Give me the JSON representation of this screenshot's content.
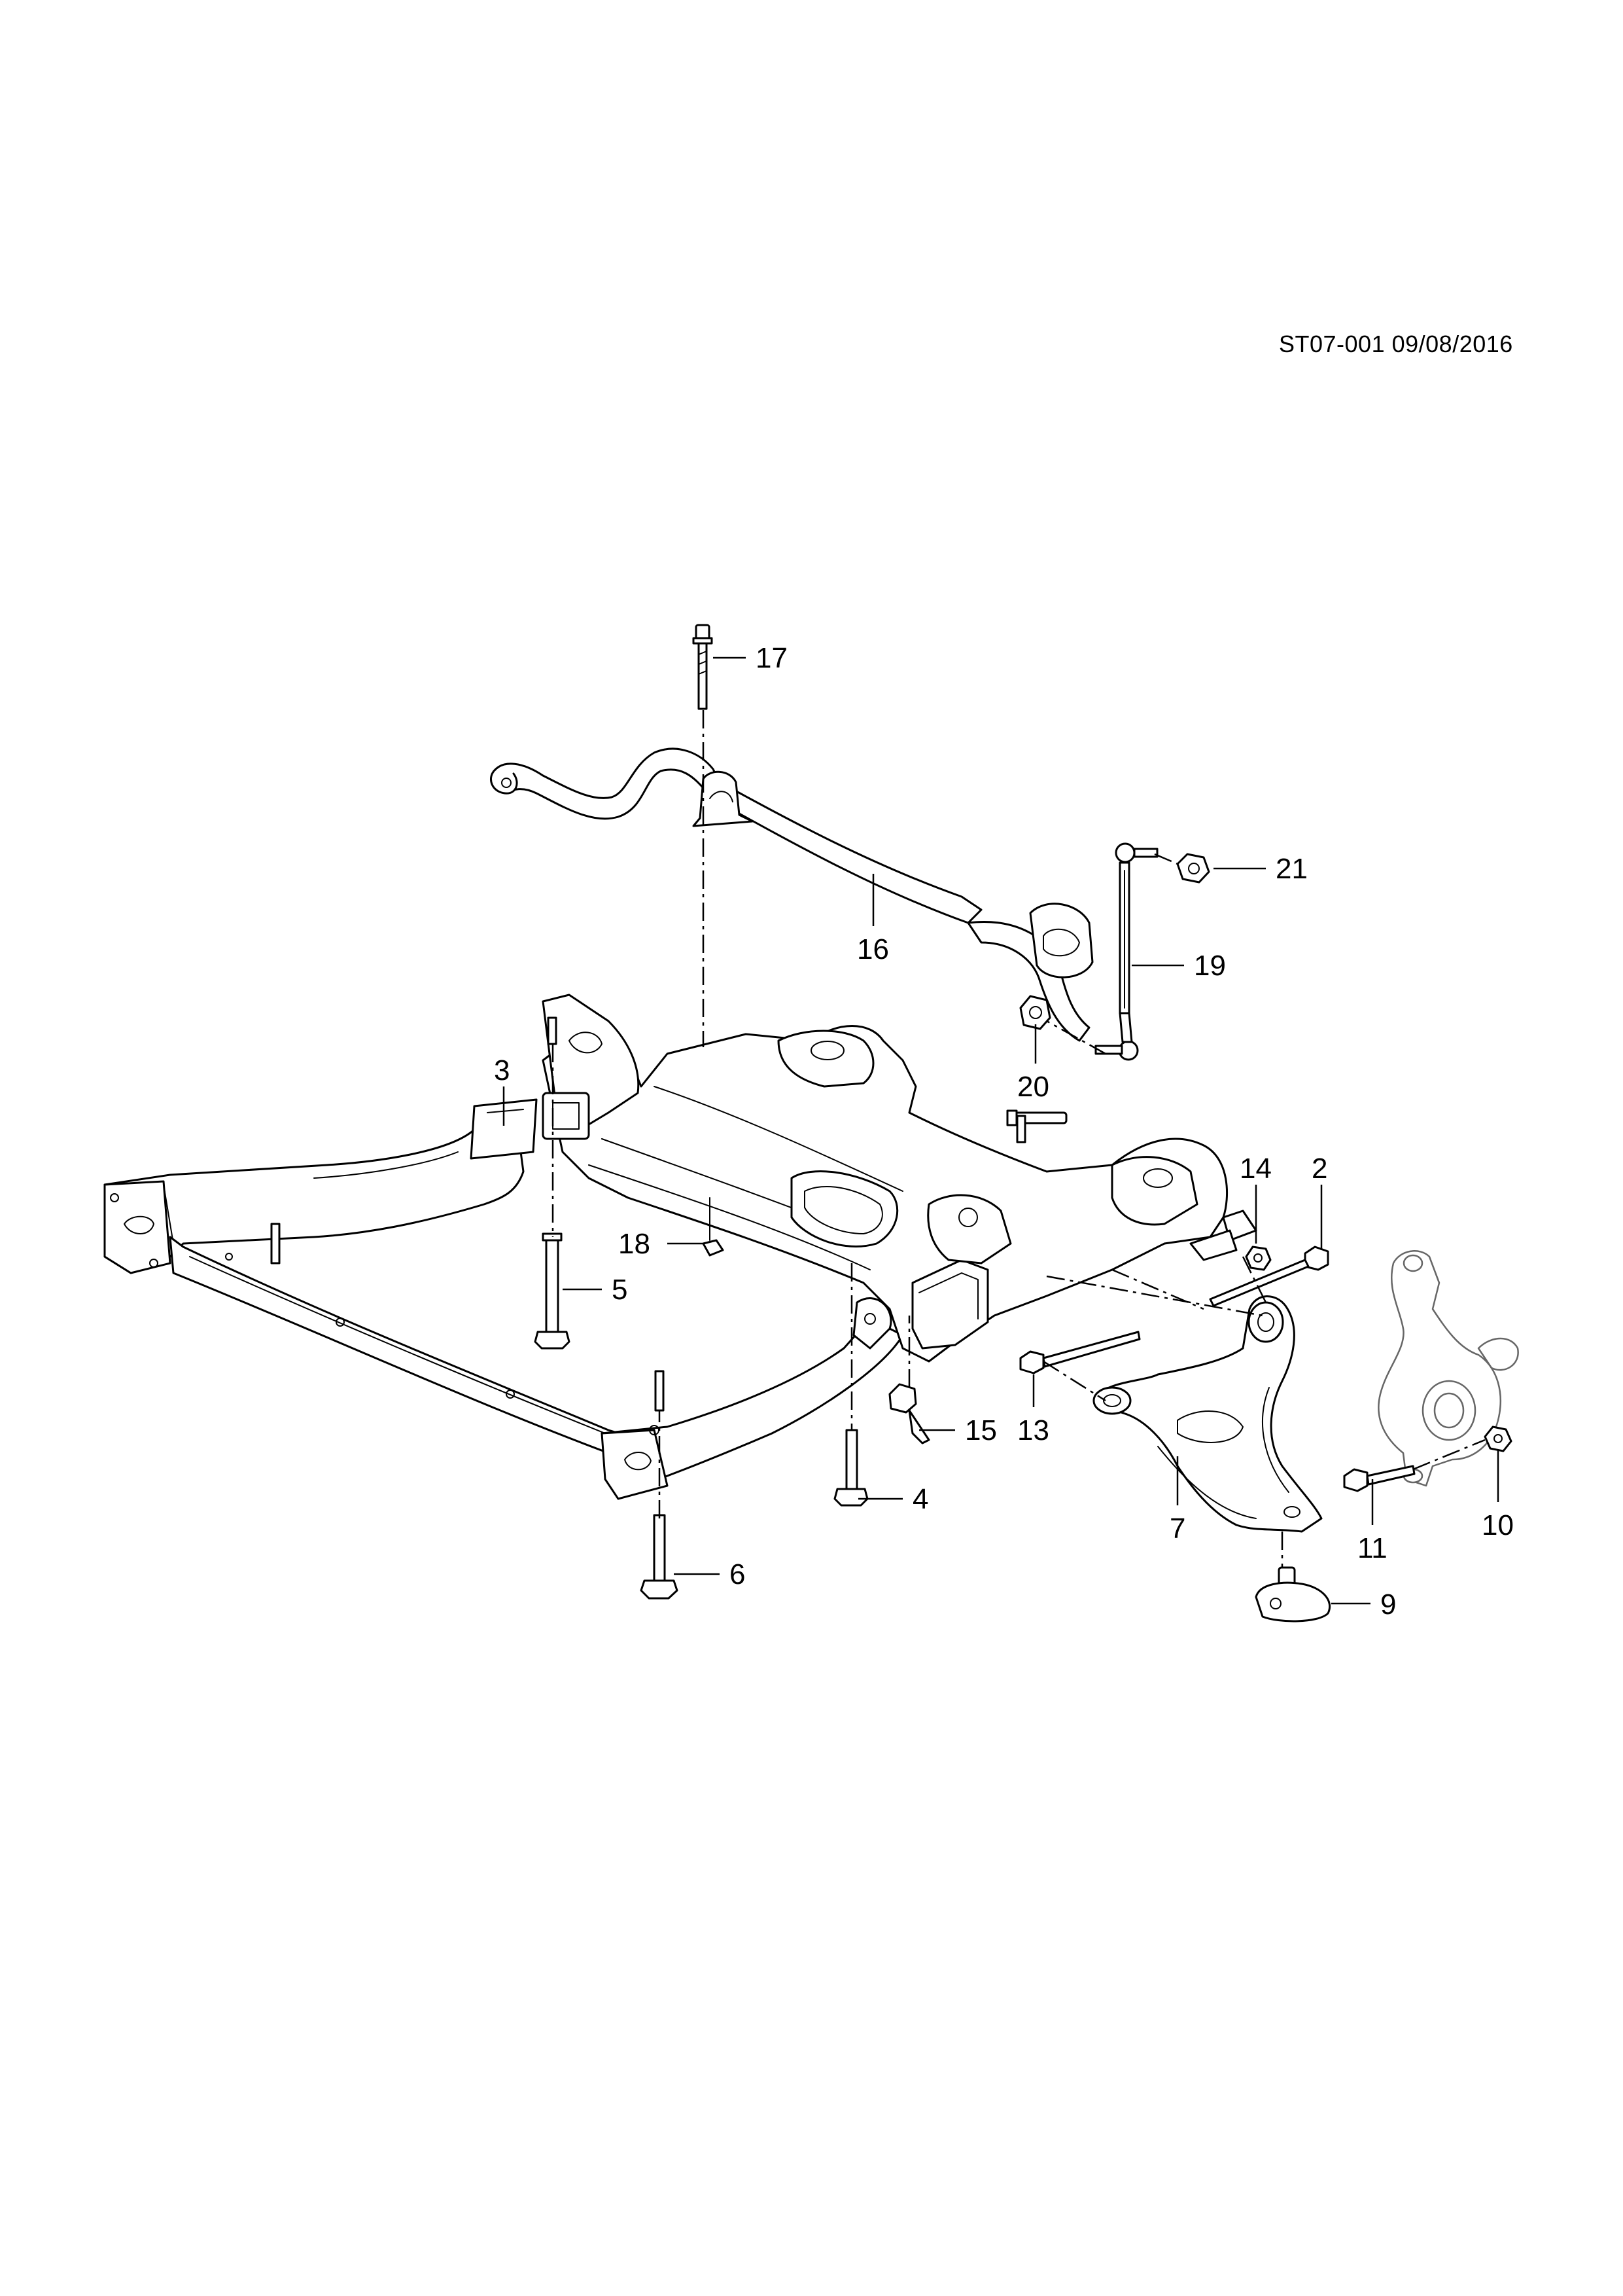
{
  "header": {
    "doc_code": "ST07-001 09/08/2016"
  },
  "diagram": {
    "callouts": [
      {
        "id": "17",
        "label": "17"
      },
      {
        "id": "16",
        "label": "16"
      },
      {
        "id": "21",
        "label": "21"
      },
      {
        "id": "19",
        "label": "19"
      },
      {
        "id": "20",
        "label": "20"
      },
      {
        "id": "3",
        "label": "3"
      },
      {
        "id": "14",
        "label": "14"
      },
      {
        "id": "2",
        "label": "2"
      },
      {
        "id": "18",
        "label": "18"
      },
      {
        "id": "5",
        "label": "5"
      },
      {
        "id": "13",
        "label": "13"
      },
      {
        "id": "15",
        "label": "15"
      },
      {
        "id": "4",
        "label": "4"
      },
      {
        "id": "6",
        "label": "6"
      },
      {
        "id": "7",
        "label": "7"
      },
      {
        "id": "11",
        "label": "11"
      },
      {
        "id": "10",
        "label": "10"
      },
      {
        "id": "9",
        "label": "9"
      }
    ]
  }
}
